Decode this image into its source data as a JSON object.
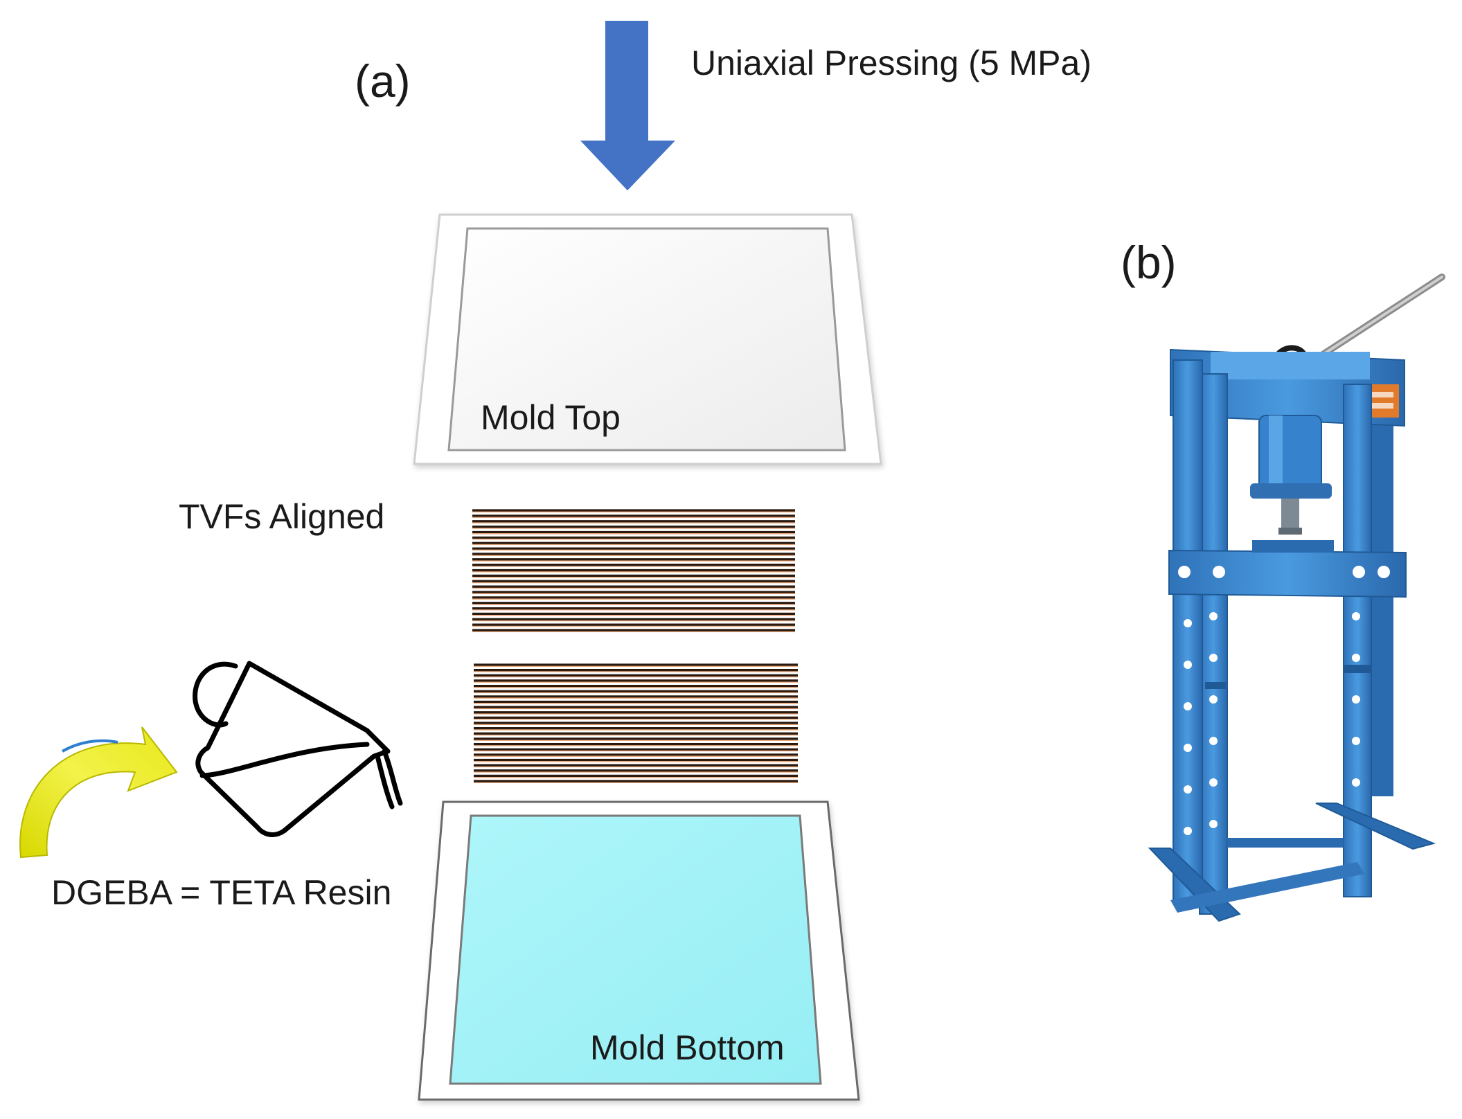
{
  "panel_a": {
    "label": "(a)",
    "pressing_label": "Uniaxial Pressing (5 MPa)",
    "mold_top_label": "Mold Top",
    "fibers_label": "TVFs Aligned",
    "resin_label": "DGEBA = TETA Resin",
    "mold_bottom_label": "Mold Bottom",
    "fiber_stack_line_count": 23,
    "colors": {
      "arrow": "#4472c4",
      "fiber_dark": "#2a1a10",
      "fiber_light": "#e8a77a",
      "mold_bottom_fill": "#a8f4f8",
      "resin_arrow": "#e6e61a"
    }
  },
  "panel_b": {
    "label": "(b)",
    "press_color": "#3a88d4"
  }
}
